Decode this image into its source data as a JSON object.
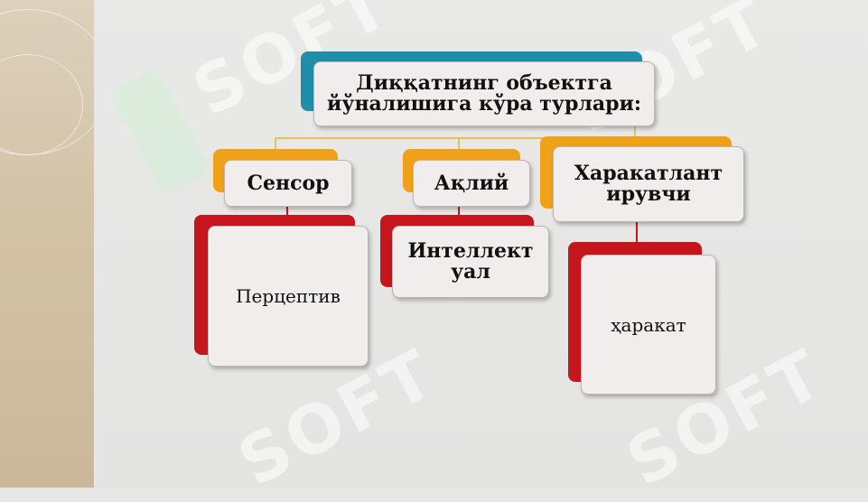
{
  "diagram": {
    "root": "Диққатнинг объектга йўналишига кўра турлари:",
    "categories": [
      {
        "label": "Сенсор",
        "child": "Перцептив"
      },
      {
        "label": "Ақлий",
        "child": "Интеллект уал"
      },
      {
        "label": "Харакатлант ирувчи",
        "child": "ҳаракат"
      }
    ]
  },
  "watermark": "SOFT",
  "colors": {
    "root_tab": "#1f8fa8",
    "category_tab": "#f0a117",
    "child_tab": "#c5161d",
    "connector": "#e6c15a",
    "box_fill": "#f1eded"
  }
}
